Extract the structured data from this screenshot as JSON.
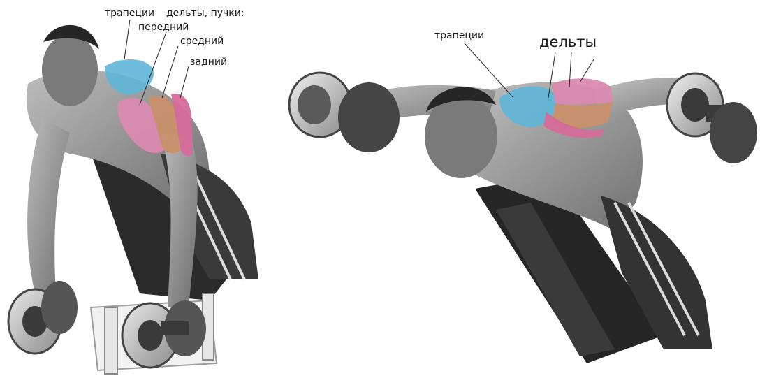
{
  "left_figure": {
    "labels": {
      "trapezius": "трапеции",
      "deltoids_heads": "дельты, пучки:",
      "anterior": "передний",
      "middle": "средний",
      "posterior": "задний"
    }
  },
  "right_figure": {
    "labels": {
      "trapezius": "трапеции",
      "deltoids": "дельты"
    }
  },
  "colors": {
    "trapezius": "#5fb6d8",
    "anterior_delt": "#d98ab0",
    "middle_delt": "#c9906a",
    "posterior_delt": "#d66a9a",
    "skin_shade": "#8a8a8a",
    "bench": "#2a2a2a"
  }
}
